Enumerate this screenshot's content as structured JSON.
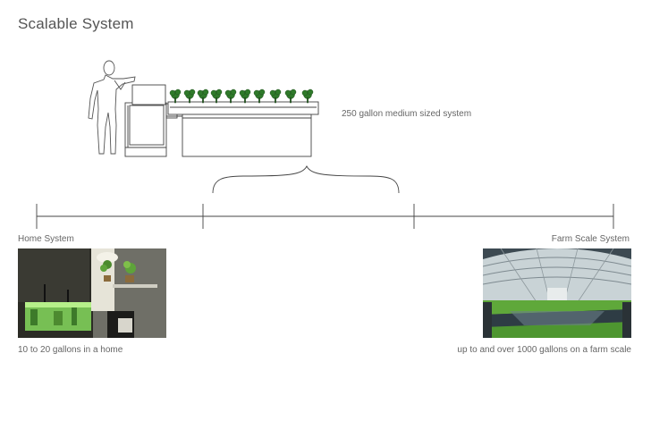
{
  "title": "Scalable System",
  "system_label": "250 gallon medium sized system",
  "home": {
    "label": "Home System",
    "caption": "10 to 20 gallons in a home"
  },
  "farm": {
    "label": "Farm Scale System",
    "caption": "up to and over 1000 gallons on a farm scale"
  },
  "colors": {
    "line": "#444444",
    "plant": "#2f7a2a"
  }
}
